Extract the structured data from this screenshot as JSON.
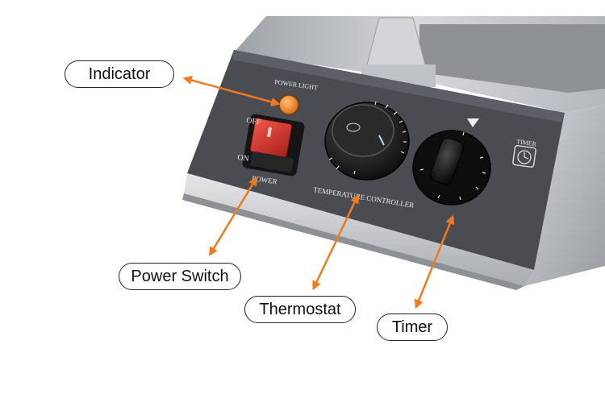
{
  "callouts": {
    "indicator": "Indicator",
    "power_switch": "Power Switch",
    "thermostat": "Thermostat",
    "timer": "Timer"
  },
  "panel_labels": {
    "power_light": "POWER LIGHT",
    "off": "OFF",
    "on": "ON",
    "power": "POWER",
    "temperature_controller": "TEMPERATURE CONTROLLER",
    "timer": "TIMER"
  },
  "colors": {
    "arrow": "#f07a1f",
    "panel": "#4a4c52",
    "steel": "#c9ccd0",
    "switch_red": "#d8342a",
    "indicator_light": "#f08a20"
  }
}
